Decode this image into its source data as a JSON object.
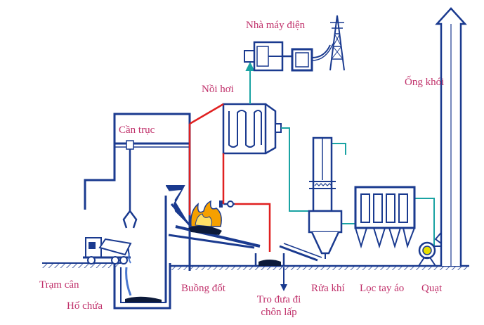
{
  "labels": {
    "power_plant": "Nhà máy điện",
    "boiler": "Nồi hơi",
    "chimney": "Ống khói",
    "crane": "Cần trục",
    "weighing_station": "Trạm cân",
    "storage_pit": "Hố chứa",
    "combustion_chamber": "Buồng đốt",
    "ash_line1": "Tro đưa đi",
    "ash_line2": "chôn lấp",
    "gas_scrubber": "Rửa khí",
    "bag_filter": "Lọc tay áo",
    "fan": "Quạt"
  },
  "colors": {
    "line": "#1a3a8f",
    "steam_pipe": "#e02020",
    "flue_pipe": "#1aa3a3",
    "label": "#c0306a",
    "flame": "#f5a000"
  }
}
